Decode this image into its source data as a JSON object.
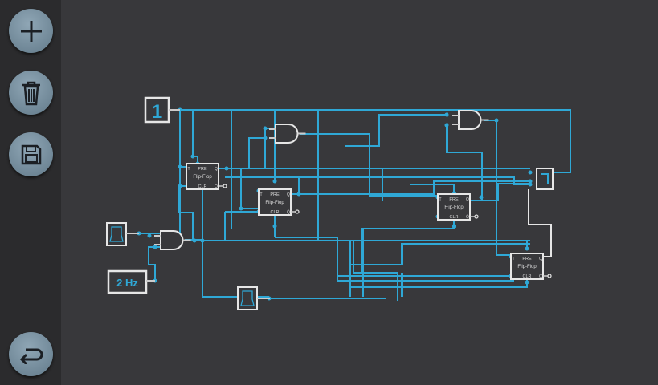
{
  "toolbar": {
    "add": "add",
    "delete": "delete",
    "save": "save",
    "undo": "undo"
  },
  "components": {
    "constant": {
      "value": "1"
    },
    "clock": {
      "label": "2 Hz"
    },
    "flipflop": {
      "pre": "PRE",
      "name": "Flip-Flop",
      "clr": "CLR",
      "t": "T",
      "q": "Q",
      "qbar": "Q̄",
      "clk": "›"
    }
  },
  "colors": {
    "wire": "#2fa8d6",
    "outline": "#e6e6e6",
    "background": "#38383b"
  }
}
